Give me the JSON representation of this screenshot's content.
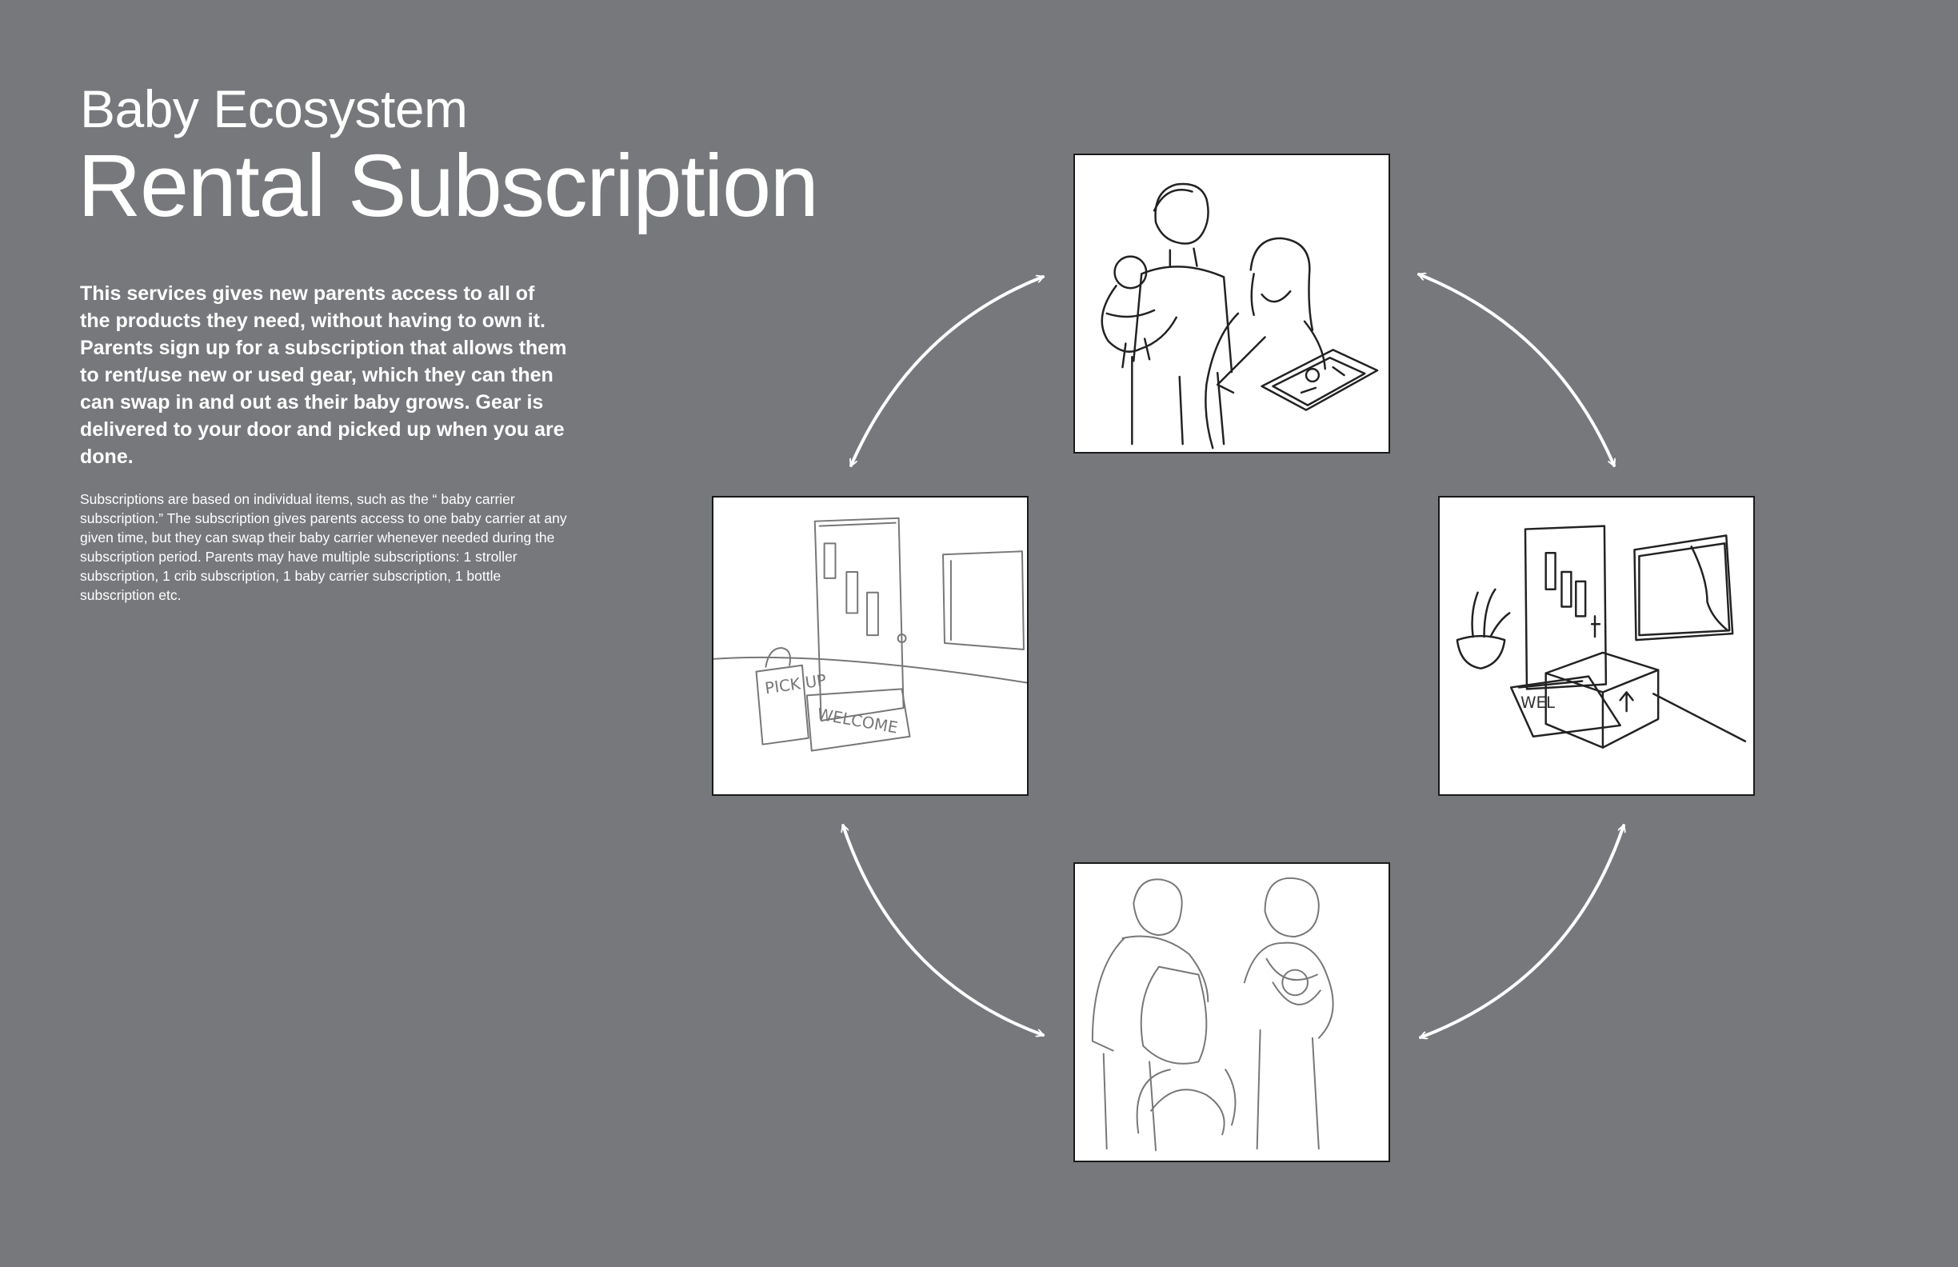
{
  "header": {
    "subtitle": "Baby Ecosystem",
    "title": "Rental Subscription"
  },
  "body": {
    "lead": "This services gives new parents access to all of the products they need, without having to own it. Parents sign up for a subscription that allows them to rent/use new or used gear, which they can then can swap in and out as their baby grows. Gear is delivered to your door and picked up when you are done.",
    "note": "Subscriptions are based on individual items, such as the “ baby carrier subscription.” The subscription gives parents access to one baby carrier at any given time, but they can swap their baby carrier whenever needed during the subscription period. Parents may have multiple subscriptions: 1 stroller subscription, 1 crib subscription, 1 baby carrier subscription, 1 bottle subscription etc."
  },
  "sketches": {
    "pickup_bag_text": "PICK UP",
    "doormat_text": "WELCOME",
    "delivery_mat_text": "WEL"
  },
  "colors": {
    "background": "#77787c",
    "text": "#ffffff",
    "panel_background": "#ffffff",
    "arrow": "#ffffff"
  }
}
